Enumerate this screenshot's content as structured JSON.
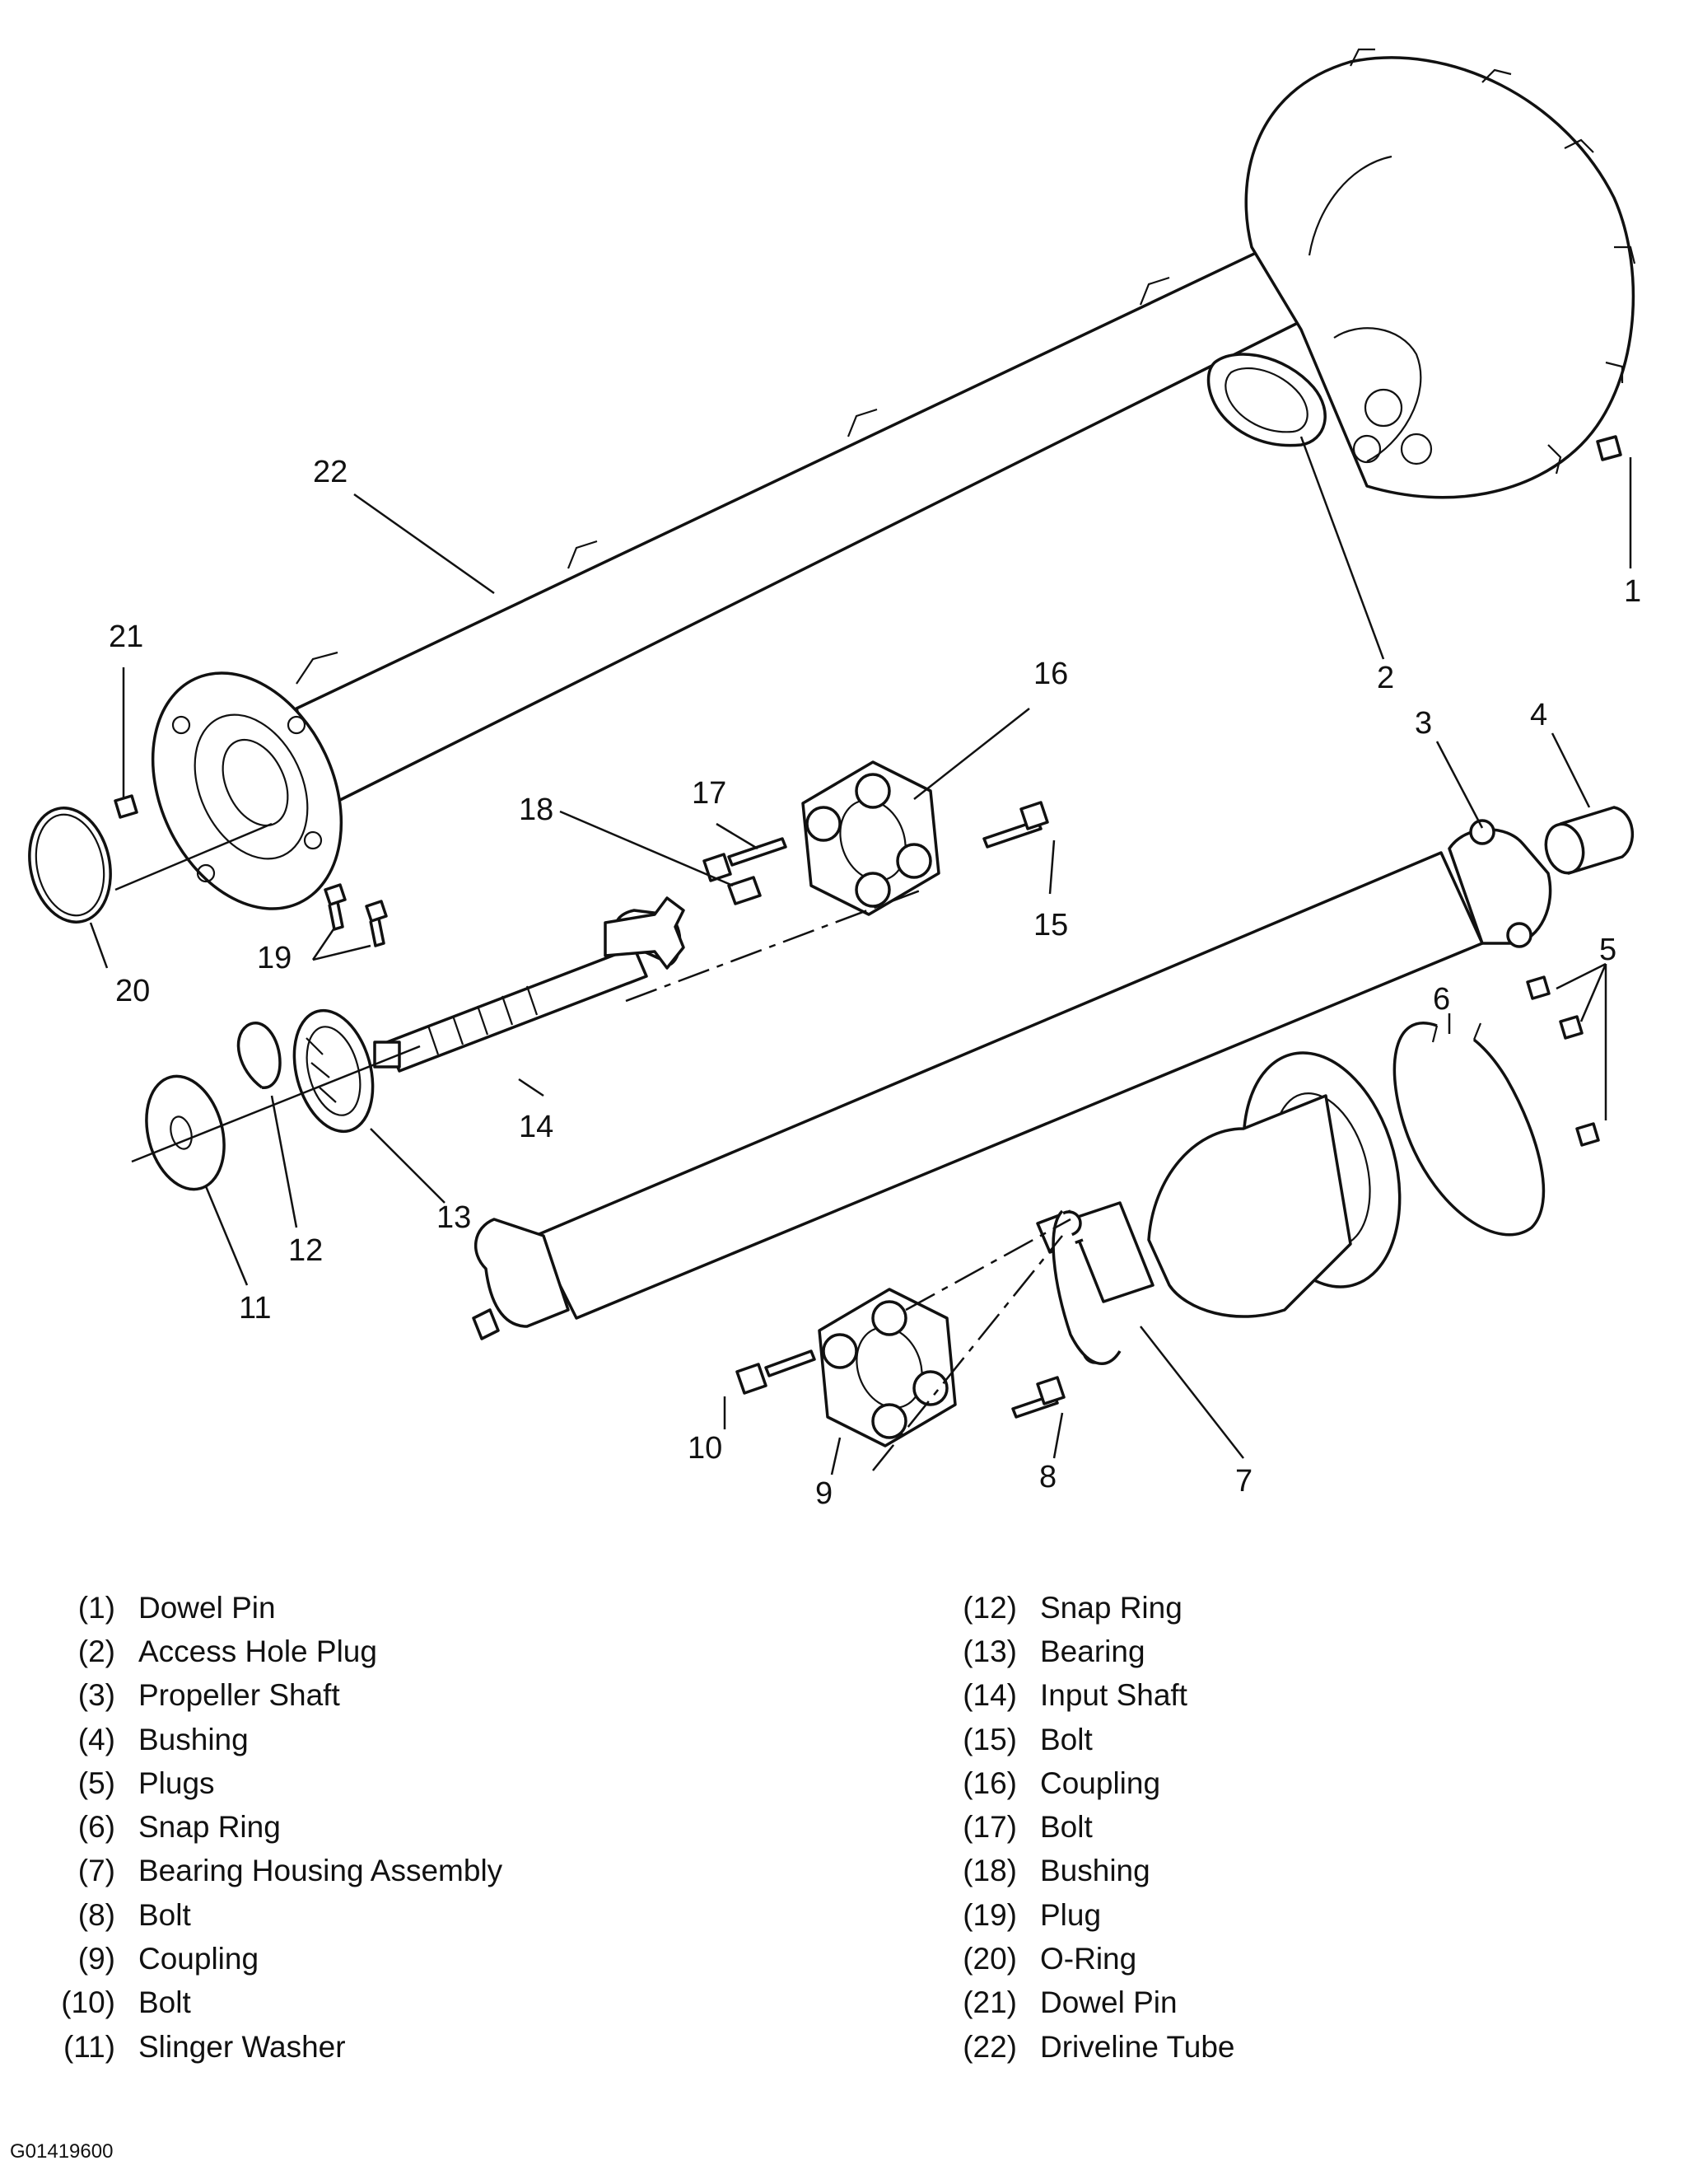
{
  "figure_id": "G01419600",
  "legend": {
    "left": [
      {
        "num": "(1)",
        "name": "Dowel Pin"
      },
      {
        "num": "(2)",
        "name": "Access Hole Plug"
      },
      {
        "num": "(3)",
        "name": "Propeller Shaft"
      },
      {
        "num": "(4)",
        "name": "Bushing"
      },
      {
        "num": "(5)",
        "name": "Plugs"
      },
      {
        "num": "(6)",
        "name": "Snap Ring"
      },
      {
        "num": "(7)",
        "name": "Bearing Housing Assembly"
      },
      {
        "num": "(8)",
        "name": "Bolt"
      },
      {
        "num": "(9)",
        "name": "Coupling"
      },
      {
        "num": "(10)",
        "name": "Bolt"
      },
      {
        "num": "(11)",
        "name": "Slinger Washer"
      }
    ],
    "right": [
      {
        "num": "(12)",
        "name": "Snap Ring"
      },
      {
        "num": "(13)",
        "name": "Bearing"
      },
      {
        "num": "(14)",
        "name": "Input Shaft"
      },
      {
        "num": "(15)",
        "name": "Bolt"
      },
      {
        "num": "(16)",
        "name": "Coupling"
      },
      {
        "num": "(17)",
        "name": "Bolt"
      },
      {
        "num": "(18)",
        "name": "Bushing"
      },
      {
        "num": "(19)",
        "name": "Plug"
      },
      {
        "num": "(20)",
        "name": "O-Ring"
      },
      {
        "num": "(21)",
        "name": "Dowel Pin"
      },
      {
        "num": "(22)",
        "name": "Driveline Tube"
      }
    ]
  },
  "callouts": {
    "c1": "1",
    "c2": "2",
    "c3": "3",
    "c4": "4",
    "c5": "5",
    "c6": "6",
    "c7": "7",
    "c8": "8",
    "c9": "9",
    "c10": "10",
    "c11": "11",
    "c12": "12",
    "c13": "13",
    "c14": "14",
    "c15": "15",
    "c16": "16",
    "c17": "17",
    "c18": "18",
    "c19": "19",
    "c20": "20",
    "c21": "21",
    "c22": "22"
  }
}
